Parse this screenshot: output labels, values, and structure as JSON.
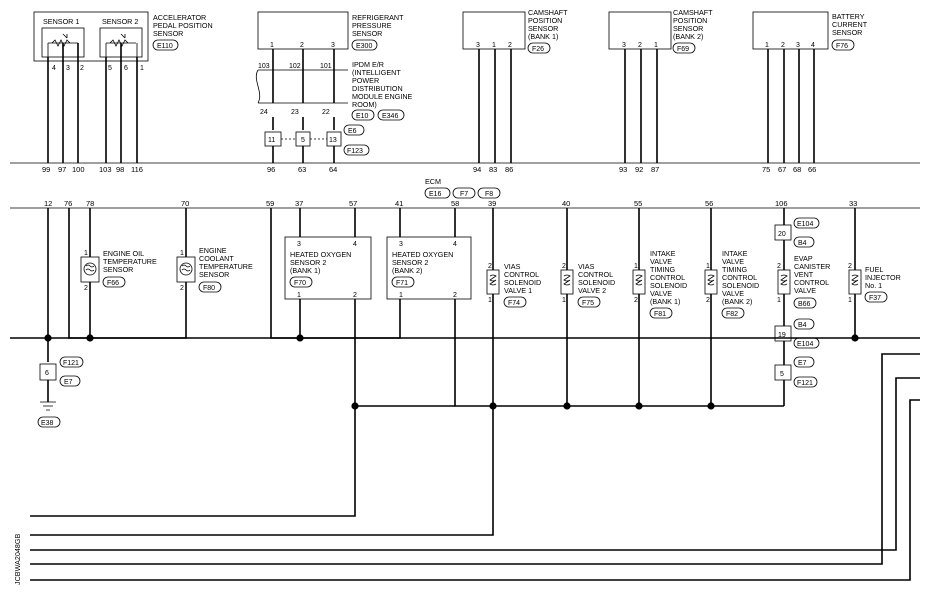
{
  "diagram": {
    "code": "JCBWA2048GB",
    "ecm": {
      "label": "ECM",
      "connectors": [
        "E16",
        "F7",
        "F8"
      ]
    },
    "top": {
      "app": {
        "s1": "SENSOR 1",
        "s2": "SENSOR 2",
        "name": [
          "ACCELERATOR",
          "PEDAL POSITION",
          "SENSOR"
        ],
        "conn": "E110",
        "pins": [
          "4",
          "3",
          "2",
          "5",
          "6",
          "1"
        ],
        "ecm_pins": [
          "99",
          "97",
          "100",
          "103",
          "98",
          "116"
        ]
      },
      "ref": {
        "name": [
          "REFRIGERANT",
          "PRESSURE",
          "SENSOR"
        ],
        "conn": "E300",
        "pins": [
          "1",
          "2",
          "3"
        ]
      },
      "ipdm": {
        "name": [
          "IPDM E/R",
          "(INTELLIGENT",
          "POWER",
          "DISTRIBUTION",
          "MODULE ENGINE",
          "ROOM)"
        ],
        "conns": [
          "E10",
          "E346"
        ],
        "top_pins": [
          "103",
          "102",
          "101"
        ],
        "bottom_pins": [
          "24",
          "23",
          "22"
        ]
      },
      "joint": {
        "pins": [
          "11",
          "5",
          "13"
        ],
        "conns": [
          "E6",
          "F123"
        ],
        "ecm_pins": [
          "96",
          "63",
          "64"
        ]
      },
      "cmp1": {
        "name": [
          "CAMSHAFT",
          "POSITION",
          "SENSOR",
          "(BANK 1)"
        ],
        "conn": "F26",
        "pins": [
          "3",
          "1",
          "2"
        ],
        "ecm_pins": [
          "94",
          "83",
          "86"
        ]
      },
      "cmp2": {
        "name": [
          "CAMSHAFT",
          "POSITION",
          "SENSOR",
          "(BANK 2)"
        ],
        "conn": "F69",
        "pins": [
          "3",
          "2",
          "1"
        ],
        "ecm_pins": [
          "93",
          "92",
          "87"
        ]
      },
      "bat": {
        "name": [
          "BATTERY",
          "CURRENT",
          "SENSOR"
        ],
        "conn": "F76",
        "pins": [
          "1",
          "2",
          "3",
          "4"
        ],
        "ecm_pins": [
          "75",
          "67",
          "68",
          "66"
        ]
      }
    },
    "bottom": {
      "ecm_pins": [
        "12",
        "76",
        "78",
        "70",
        "59",
        "37",
        "57",
        "41",
        "58",
        "39",
        "40",
        "55",
        "56",
        "106",
        "33"
      ],
      "eot": {
        "name": [
          "ENGINE OIL",
          "TEMPERATURE",
          "SENSOR"
        ],
        "conn": "F66",
        "pins": [
          "1",
          "2"
        ]
      },
      "ect": {
        "name": [
          "ENGINE",
          "COOLANT",
          "TEMPERATURE",
          "SENSOR"
        ],
        "conn": "F80",
        "pins": [
          "1",
          "2"
        ]
      },
      "ho2s1": {
        "name": [
          "HEATED OXYGEN",
          "SENSOR 2",
          "(BANK 1)"
        ],
        "conn": "F70",
        "pins": [
          "3",
          "4",
          "1",
          "2"
        ]
      },
      "ho2s2": {
        "name": [
          "HEATED OXYGEN",
          "SENSOR 2",
          "(BANK 2)"
        ],
        "conn": "F71",
        "pins": [
          "3",
          "4",
          "1",
          "2"
        ]
      },
      "vias1": {
        "name": [
          "VIAS",
          "CONTROL",
          "SOLENOID",
          "VALVE 1"
        ],
        "conn": "F74",
        "pins": [
          "2",
          "1"
        ]
      },
      "vias2": {
        "name": [
          "VIAS",
          "CONTROL",
          "SOLENOID",
          "VALVE 2"
        ],
        "conn": "F75",
        "pins": [
          "2",
          "1"
        ]
      },
      "ivt1": {
        "name": [
          "INTAKE",
          "VALVE",
          "TIMING",
          "CONTROL",
          "SOLENOID",
          "VALVE",
          "(BANK 1)"
        ],
        "conn": "F81",
        "pins": [
          "1",
          "2"
        ]
      },
      "ivt2": {
        "name": [
          "INTAKE",
          "VALVE",
          "TIMING",
          "CONTROL",
          "SOLENOID",
          "VALVE",
          "(BANK 2)"
        ],
        "conn": "F82",
        "pins": [
          "1",
          "2"
        ]
      },
      "evap": {
        "name": [
          "EVAP",
          "CANISTER",
          "VENT",
          "CONTROL",
          "VALVE"
        ],
        "conn": "B66",
        "pins": [
          "2",
          "1"
        ]
      },
      "inj": {
        "name": [
          "FUEL",
          "INJECTOR",
          "No. 1"
        ],
        "conn": "F37",
        "pins": [
          "2",
          "1"
        ]
      },
      "evap_top": {
        "pin": "20",
        "conns": [
          "E104",
          "B4"
        ]
      },
      "evap_mid": {
        "pin": "19",
        "conns": [
          "B4",
          "E104"
        ]
      },
      "evap_low": {
        "pin": "5",
        "conns": [
          "E7",
          "F121"
        ]
      },
      "ground_joint": {
        "pin": "6",
        "conns": [
          "F121",
          "E7"
        ],
        "ground": "E38"
      }
    }
  }
}
